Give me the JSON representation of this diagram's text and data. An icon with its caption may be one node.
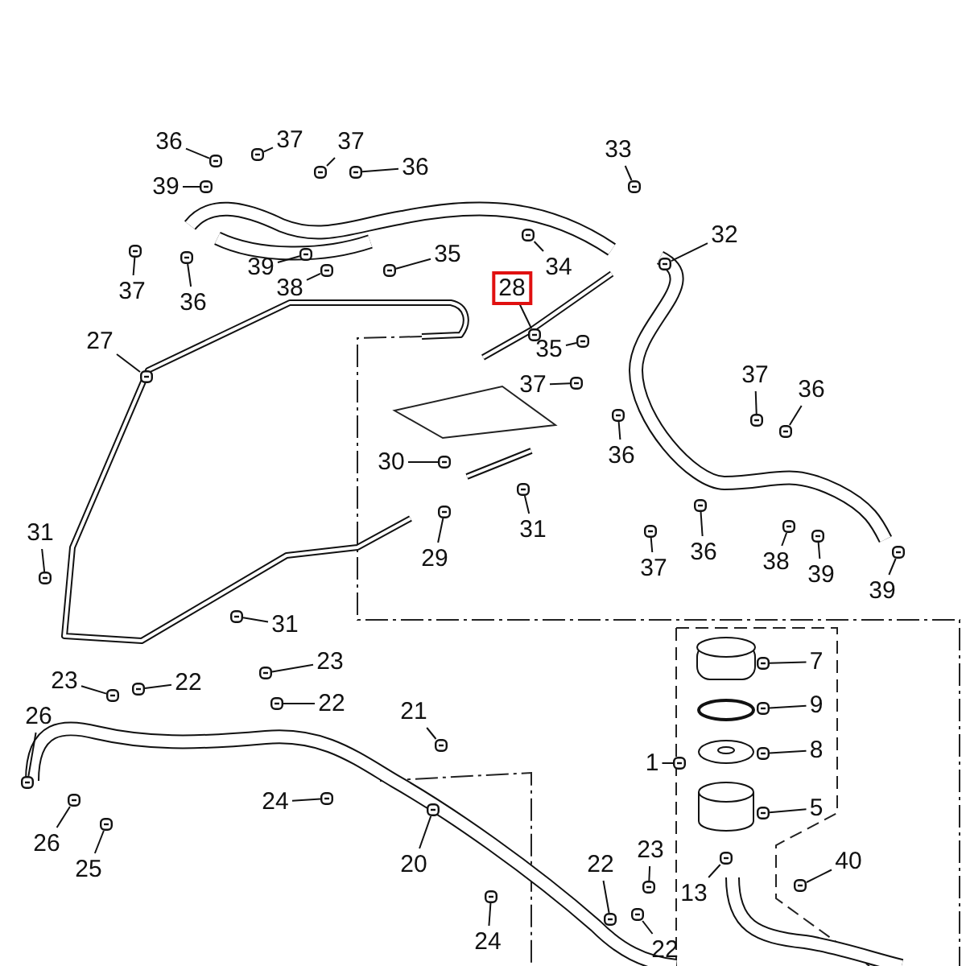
{
  "diagram": {
    "nodes": [
      {
        "text": [
          "36"
        ]
      },
      {
        "text": [
          "37"
        ]
      },
      {
        "text": [
          "37"
        ]
      },
      {
        "text": [
          "36"
        ]
      },
      {
        "text": [
          "39"
        ]
      },
      {
        "text": [
          "39"
        ]
      },
      {
        "text": [
          "38"
        ]
      },
      {
        "text": [
          "35"
        ]
      },
      {
        "text": [
          "37"
        ]
      },
      {
        "text": [
          "36"
        ]
      },
      {
        "text": [
          "33"
        ]
      },
      {
        "text": [
          "34"
        ]
      },
      {
        "text": [
          "28"
        ]
      },
      {
        "text": [
          "32"
        ]
      },
      {
        "text": [
          "27"
        ]
      },
      {
        "text": [
          "35"
        ]
      },
      {
        "text": [
          "37"
        ]
      },
      {
        "text": [
          "36"
        ]
      },
      {
        "text": [
          "37"
        ]
      },
      {
        "text": [
          "36"
        ]
      },
      {
        "text": [
          "30"
        ]
      },
      {
        "text": [
          "29"
        ]
      },
      {
        "text": [
          "31"
        ]
      },
      {
        "text": [
          "31"
        ]
      },
      {
        "text": [
          "31"
        ]
      },
      {
        "text": [
          "37"
        ]
      },
      {
        "text": [
          "36"
        ]
      },
      {
        "text": [
          "38"
        ]
      },
      {
        "text": [
          "39"
        ]
      },
      {
        "text": [
          "39"
        ]
      },
      {
        "text": [
          "23"
        ]
      },
      {
        "text": [
          "22"
        ]
      },
      {
        "text": [
          "23"
        ]
      },
      {
        "text": [
          "22"
        ]
      },
      {
        "text": [
          "26"
        ]
      },
      {
        "text": [
          "21"
        ]
      },
      {
        "text": [
          "24"
        ]
      },
      {
        "text": [
          "26"
        ]
      },
      {
        "text": [
          "25"
        ]
      },
      {
        "text": [
          "20"
        ]
      },
      {
        "text": [
          "7"
        ]
      },
      {
        "text": [
          "9"
        ]
      },
      {
        "text": [
          "8"
        ]
      },
      {
        "text": [
          "1"
        ]
      },
      {
        "text": [
          "5"
        ]
      },
      {
        "text": [
          "13"
        ]
      },
      {
        "text": [
          "40"
        ]
      },
      {
        "text": [
          "23"
        ]
      },
      {
        "text": [
          "22"
        ]
      },
      {
        "text": [
          "24"
        ]
      },
      {
        "text": [
          "22"
        ]
      },
      {
        "text": [],
        "shape": "picture"
      },
      {
        "text": [],
        "shape": "picture"
      },
      {
        "text": [],
        "shape": "picture"
      },
      {
        "text": [],
        "shape": "picture"
      },
      {
        "text": [],
        "shape": "picture"
      },
      {
        "text": [],
        "shape": "picture"
      },
      {
        "text": [],
        "shape": "picture"
      },
      {
        "text": [],
        "shape": "picture"
      },
      {
        "text": [],
        "shape": "picture"
      },
      {
        "text": [],
        "shape": "picture"
      },
      {
        "text": [],
        "shape": "picture"
      },
      {
        "text": [],
        "shape": "picture"
      },
      {
        "text": [],
        "shape": "picture"
      },
      {
        "text": [],
        "shape": "picture"
      },
      {
        "text": [],
        "shape": "picture"
      },
      {
        "text": [],
        "shape": "picture"
      },
      {
        "text": [],
        "shape": "picture"
      },
      {
        "text": [],
        "shape": "picture"
      },
      {
        "text": [],
        "shape": "picture"
      },
      {
        "text": [],
        "shape": "picture"
      },
      {
        "text": [],
        "shape": "picture"
      },
      {
        "text": [],
        "shape": "picture"
      },
      {
        "text": [],
        "shape": "picture"
      },
      {
        "text": [],
        "shape": "picture"
      },
      {
        "text": [],
        "shape": "picture"
      },
      {
        "text": [],
        "shape": "picture"
      },
      {
        "text": [],
        "shape": "picture"
      },
      {
        "text": [],
        "shape": "picture"
      },
      {
        "text": [],
        "shape": "picture"
      },
      {
        "text": [],
        "shape": "picture"
      },
      {
        "text": [],
        "shape": "picture"
      },
      {
        "text": [],
        "shape": "picture"
      },
      {
        "text": [],
        "shape": "picture"
      },
      {
        "text": [],
        "shape": "picture"
      },
      {
        "text": [],
        "shape": "picture"
      },
      {
        "text": [],
        "shape": "picture"
      },
      {
        "text": [],
        "shape": "picture"
      },
      {
        "text": [],
        "shape": "picture"
      },
      {
        "text": [],
        "shape": "picture"
      },
      {
        "text": [],
        "shape": "picture"
      },
      {
        "text": [],
        "shape": "picture"
      },
      {
        "text": [],
        "shape": "picture"
      },
      {
        "text": [],
        "shape": "picture"
      },
      {
        "text": [],
        "shape": "picture"
      },
      {
        "text": [],
        "shape": "picture"
      },
      {
        "text": [],
        "shape": "picture"
      },
      {
        "text": [],
        "shape": "picture"
      },
      {
        "text": [],
        "shape": "picture"
      },
      {
        "text": [],
        "shape": "picture"
      },
      {
        "text": [],
        "shape": "picture"
      },
      {
        "text": [],
        "shape": "picture"
      }
    ],
    "edges": [
      {
        "from": 0,
        "to": 51,
        "arrow": "none"
      },
      {
        "from": 1,
        "to": 52,
        "arrow": "none"
      },
      {
        "from": 2,
        "to": 53,
        "arrow": "none"
      },
      {
        "from": 3,
        "to": 54,
        "arrow": "none"
      },
      {
        "from": 4,
        "to": 55,
        "arrow": "none"
      },
      {
        "from": 5,
        "to": 56,
        "arrow": "none"
      },
      {
        "from": 6,
        "to": 57,
        "arrow": "none"
      },
      {
        "from": 7,
        "to": 58,
        "arrow": "none"
      },
      {
        "from": 8,
        "to": 59,
        "arrow": "none"
      },
      {
        "from": 9,
        "to": 60,
        "arrow": "none"
      },
      {
        "from": 10,
        "to": 61,
        "arrow": "none"
      },
      {
        "from": 11,
        "to": 62,
        "arrow": "none"
      },
      {
        "from": 12,
        "to": 63,
        "arrow": "none"
      },
      {
        "from": 13,
        "to": 64,
        "arrow": "none"
      },
      {
        "from": 14,
        "to": 65,
        "arrow": "none"
      },
      {
        "from": 15,
        "to": 66,
        "arrow": "none"
      },
      {
        "from": 16,
        "to": 67,
        "arrow": "none"
      },
      {
        "from": 17,
        "to": 68,
        "arrow": "none"
      },
      {
        "from": 18,
        "to": 69,
        "arrow": "none"
      },
      {
        "from": 19,
        "to": 70,
        "arrow": "none"
      },
      {
        "from": 20,
        "to": 71,
        "arrow": "none"
      },
      {
        "from": 21,
        "to": 72,
        "arrow": "none"
      },
      {
        "from": 22,
        "to": 73,
        "arrow": "none"
      },
      {
        "from": 23,
        "to": 74,
        "arrow": "none"
      },
      {
        "from": 24,
        "to": 75,
        "arrow": "none"
      },
      {
        "from": 25,
        "to": 76,
        "arrow": "none"
      },
      {
        "from": 26,
        "to": 77,
        "arrow": "none"
      },
      {
        "from": 27,
        "to": 78,
        "arrow": "none"
      },
      {
        "from": 28,
        "to": 79,
        "arrow": "none"
      },
      {
        "from": 29,
        "to": 80,
        "arrow": "none"
      },
      {
        "from": 30,
        "to": 81,
        "arrow": "none"
      },
      {
        "from": 31,
        "to": 82,
        "arrow": "none"
      },
      {
        "from": 32,
        "to": 83,
        "arrow": "none"
      },
      {
        "from": 33,
        "to": 84,
        "arrow": "none"
      },
      {
        "from": 34,
        "to": 85,
        "arrow": "none"
      },
      {
        "from": 35,
        "to": 86,
        "arrow": "none"
      },
      {
        "from": 36,
        "to": 87,
        "arrow": "none"
      },
      {
        "from": 37,
        "to": 88,
        "arrow": "none"
      },
      {
        "from": 38,
        "to": 89,
        "arrow": "none"
      },
      {
        "from": 39,
        "to": 90,
        "arrow": "none"
      },
      {
        "from": 40,
        "to": 91,
        "arrow": "none"
      },
      {
        "from": 41,
        "to": 92,
        "arrow": "none"
      },
      {
        "from": 42,
        "to": 93,
        "arrow": "none"
      },
      {
        "from": 43,
        "to": 94,
        "arrow": "none"
      },
      {
        "from": 44,
        "to": 95,
        "arrow": "none"
      },
      {
        "from": 45,
        "to": 96,
        "arrow": "none"
      },
      {
        "from": 46,
        "to": 97,
        "arrow": "none"
      },
      {
        "from": 47,
        "to": 98,
        "arrow": "none"
      },
      {
        "from": 48,
        "to": 99,
        "arrow": "none"
      },
      {
        "from": 49,
        "to": 100,
        "arrow": "none"
      },
      {
        "from": 50,
        "to": 101,
        "arrow": "none"
      }
    ]
  }
}
